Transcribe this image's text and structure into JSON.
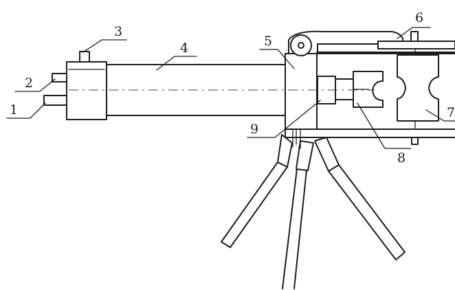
{
  "diagram": {
    "callouts": [
      {
        "id": "c1",
        "text": "1"
      },
      {
        "id": "c2",
        "text": "2"
      },
      {
        "id": "c3",
        "text": "3"
      },
      {
        "id": "c4",
        "text": "4"
      },
      {
        "id": "c5",
        "text": "5"
      },
      {
        "id": "c6",
        "text": "6"
      },
      {
        "id": "c7",
        "text": "7"
      },
      {
        "id": "c8",
        "text": "8"
      },
      {
        "id": "c9",
        "text": "9"
      }
    ]
  }
}
